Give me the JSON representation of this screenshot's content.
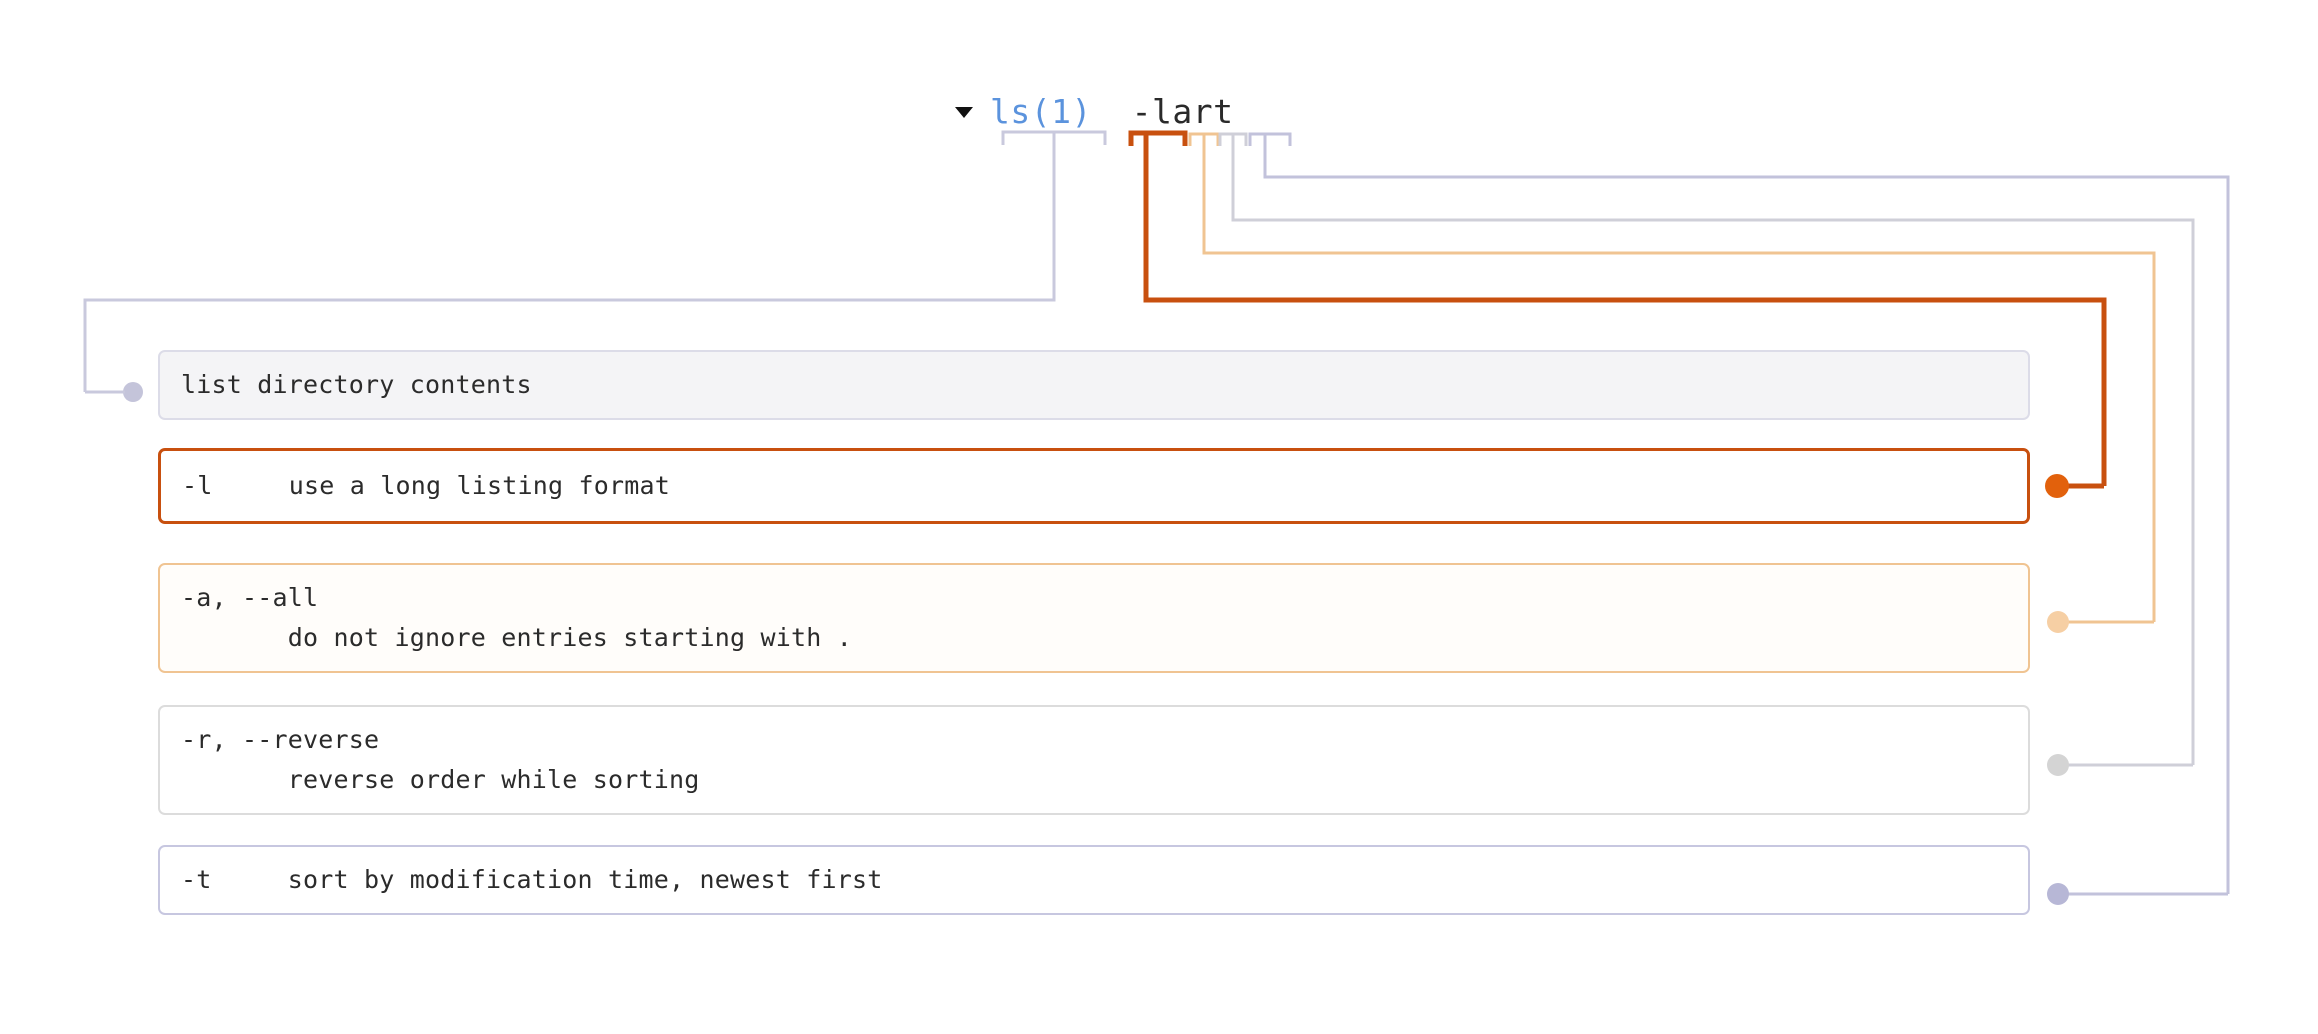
{
  "header": {
    "disclosure_icon": "triangle-down-icon",
    "command_name": "ls(1)",
    "separator": "  ",
    "arguments": "-lart"
  },
  "colors": {
    "command_name": "#5b93dd",
    "highlight_orange": "#c8500f",
    "soft_orange": "#f0c492",
    "neutral_grey": "#c9c9c9",
    "lavender": "#b7b7d6",
    "page_background": "#ffffff",
    "description_background": "#f4f4f6"
  },
  "explanations": [
    {
      "id": "description",
      "token": "ls",
      "accent": "lavender",
      "dot_color": "#c4c4da",
      "lines": [
        "list directory contents"
      ]
    },
    {
      "id": "option-l",
      "token": "l",
      "accent": "highlight-orange",
      "dot_color": "#e2610c",
      "lines": [
        "-l     use a long listing format"
      ]
    },
    {
      "id": "option-a",
      "token": "a",
      "accent": "soft-orange",
      "dot_color": "#f6cfa4",
      "lines": [
        "-a, --all",
        "       do not ignore entries starting with ."
      ]
    },
    {
      "id": "option-r",
      "token": "r",
      "accent": "neutral-grey",
      "dot_color": "#d4d4d4",
      "lines": [
        "-r, --reverse",
        "       reverse order while sorting"
      ]
    },
    {
      "id": "option-t",
      "token": "t",
      "accent": "lavender",
      "dot_color": "#b7b7d6",
      "lines": [
        "-t     sort by modification time, newest first"
      ]
    }
  ]
}
